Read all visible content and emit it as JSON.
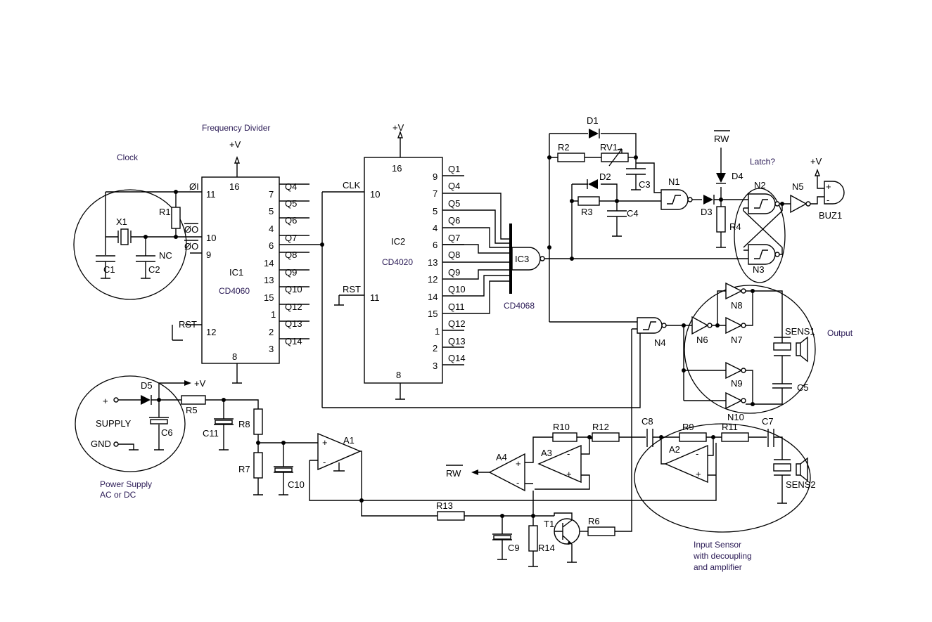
{
  "annotations": {
    "clock": "Clock",
    "freq_divider": "Frequency Divider",
    "latch": "Latch?",
    "output": "Output",
    "power_supply_1": "Power Supply",
    "power_supply_2": "AC or DC",
    "input_sensor_1": "Input Sensor",
    "input_sensor_2": "with decoupling",
    "input_sensor_3": "and amplifier"
  },
  "supply": {
    "plus_v": "+V",
    "plus": "+",
    "supply": "SUPPLY",
    "gnd": "GND"
  },
  "ic1": {
    "name": "IC1",
    "part": "CD4060",
    "vcc_pin": "16",
    "gnd_pin": "8",
    "left": [
      {
        "sig": "ØI",
        "pin": "11"
      },
      {
        "sig": "ØO",
        "pin": "10"
      },
      {
        "sig": "ØO",
        "pin": "9"
      },
      {
        "sig": "RST",
        "pin": "12"
      }
    ],
    "nc": "NC",
    "right": [
      {
        "pin": "7",
        "sig": "Q4"
      },
      {
        "pin": "5",
        "sig": "Q5"
      },
      {
        "pin": "4",
        "sig": "Q6"
      },
      {
        "pin": "6",
        "sig": "Q7"
      },
      {
        "pin": "14",
        "sig": "Q8"
      },
      {
        "pin": "13",
        "sig": "Q9"
      },
      {
        "pin": "15",
        "sig": "Q10"
      },
      {
        "pin": "1",
        "sig": "Q12"
      },
      {
        "pin": "2",
        "sig": "Q13"
      },
      {
        "pin": "3",
        "sig": "Q14"
      }
    ]
  },
  "ic2": {
    "name": "IC2",
    "part": "CD4020",
    "vcc_pin": "16",
    "gnd_pin": "8",
    "clk": "CLK",
    "clk_pin": "10",
    "rst": "RST",
    "rst_pin": "11",
    "right": [
      {
        "pin": "9",
        "sig": "Q1"
      },
      {
        "pin": "7",
        "sig": "Q4"
      },
      {
        "pin": "5",
        "sig": "Q5"
      },
      {
        "pin": "4",
        "sig": "Q6"
      },
      {
        "pin": "6",
        "sig": "Q7"
      },
      {
        "pin": "13",
        "sig": "Q8"
      },
      {
        "pin": "12",
        "sig": "Q9"
      },
      {
        "pin": "14",
        "sig": "Q10"
      },
      {
        "pin": "15",
        "sig": "Q11"
      },
      {
        "pin": "1",
        "sig": "Q12"
      },
      {
        "pin": "2",
        "sig": "Q13"
      },
      {
        "pin": "3",
        "sig": "Q14"
      }
    ]
  },
  "ic3": {
    "name": "IC3",
    "part": "CD4068"
  },
  "parts": {
    "c1": "C1",
    "c2": "C2",
    "c3": "C3",
    "c4": "C4",
    "c5": "C5",
    "c6": "C6",
    "c7": "C7",
    "c8": "C8",
    "c9": "C9",
    "c10": "C10",
    "c11": "C11",
    "r1": "R1",
    "r2": "R2",
    "r3": "R3",
    "r4": "R4",
    "r5": "R5",
    "r6": "R6",
    "r7": "R7",
    "r8": "R8",
    "r9": "R9",
    "r10": "R10",
    "r11": "R11",
    "r12": "R12",
    "r13": "R13",
    "r14": "R14",
    "rv1": "RV1",
    "x1": "X1",
    "d1": "D1",
    "d2": "D2",
    "d3": "D3",
    "d4": "D4",
    "d5": "D5",
    "n1": "N1",
    "n2": "N2",
    "n3": "N3",
    "n4": "N4",
    "n5": "N5",
    "n6": "N6",
    "n7": "N7",
    "n8": "N8",
    "n9": "N9",
    "n10": "N10",
    "a1": "A1",
    "a2": "A2",
    "a3": "A3",
    "a4": "A4",
    "t1": "T1",
    "buz1": "BUZ1",
    "sens1": "SENS1",
    "sens2": "SENS2"
  },
  "signals": {
    "rw": "RW",
    "plus_v": "+V",
    "plus": "+",
    "minus": "-"
  }
}
